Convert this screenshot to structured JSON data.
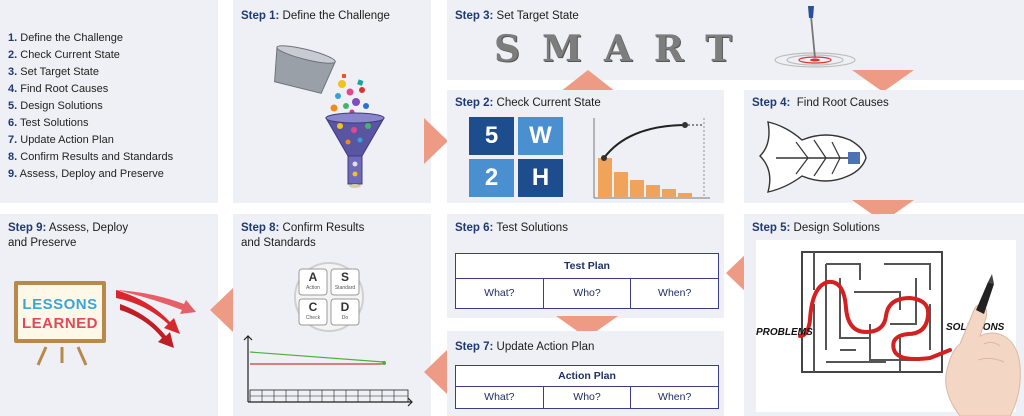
{
  "overview": {
    "steps": [
      {
        "num": "1.",
        "label": "Define the Challenge"
      },
      {
        "num": "2.",
        "label": "Check Current State"
      },
      {
        "num": "3.",
        "label": "Set Target State"
      },
      {
        "num": "4.",
        "label": "Find Root Causes"
      },
      {
        "num": "5.",
        "label": "Design Solutions"
      },
      {
        "num": "6.",
        "label": "Test Solutions"
      },
      {
        "num": "7.",
        "label": "Update Action Plan"
      },
      {
        "num": "8.",
        "label": "Confirm Results and Standards"
      },
      {
        "num": "9.",
        "label": "Assess, Deploy and Preserve"
      }
    ]
  },
  "step1": {
    "prefix": "Step 1:",
    "title": "Define the Challenge"
  },
  "step2": {
    "prefix": "Step 2:",
    "title": "Check Current State",
    "tiles": [
      "5",
      "W",
      "2",
      "H"
    ]
  },
  "step3": {
    "prefix": "Step 3:",
    "title": "Set Target State",
    "smart": "SMART"
  },
  "step4": {
    "prefix": "Step 4:",
    "title": "Find Root Causes"
  },
  "step5": {
    "prefix": "Step 5:",
    "title": "Design Solutions",
    "problems": "PROBLEMS",
    "solutions": "SOLUTIONS"
  },
  "step6": {
    "prefix": "Step 6:",
    "title": "Test Solutions",
    "table_title": "Test Plan",
    "cols": [
      "What?",
      "Who?",
      "When?"
    ]
  },
  "step7": {
    "prefix": "Step 7:",
    "title": "Update Action Plan",
    "table_title": "Action Plan",
    "cols": [
      "What?",
      "Who?",
      "When?"
    ]
  },
  "step8": {
    "prefix": "Step 8:",
    "title_line1": "Confirm Results",
    "title_line2": "and Standards",
    "asdc": {
      "a": "A",
      "s": "S",
      "c": "C",
      "d": "D",
      "a_sub": "Action",
      "s_sub": "Standard",
      "c_sub": "Check",
      "d_sub": "Do"
    }
  },
  "step9": {
    "prefix": "Step 9:",
    "title_line1": "Assess, Deploy",
    "title_line2": "and Preserve",
    "lessons1": "LESSONS",
    "lessons2": "LEARNED"
  },
  "colors": {
    "panel": "#eef0f5",
    "arrow": "#ee9b86",
    "accent": "#1f3a73",
    "tile_dark": "#1d4d8c",
    "tile_light": "#4a8fcf",
    "bar": "#f0a35a"
  }
}
